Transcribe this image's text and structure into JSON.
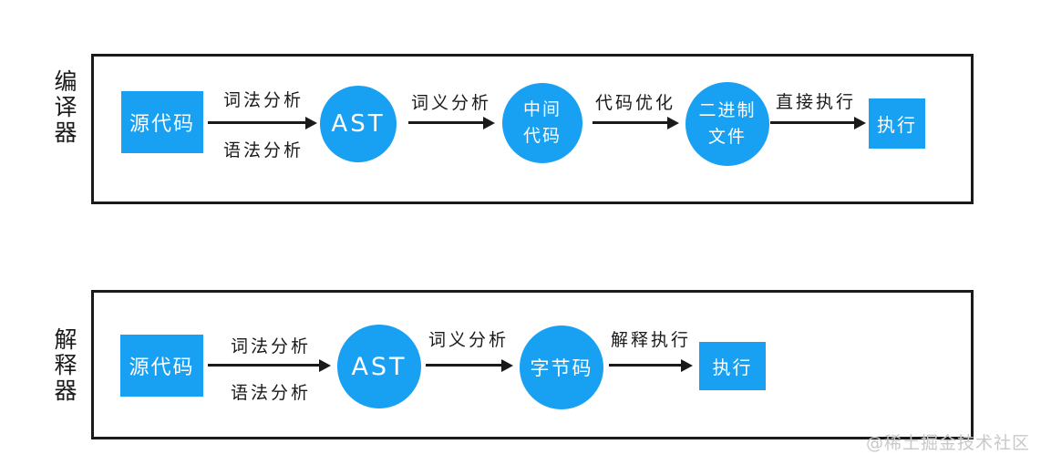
{
  "colors": {
    "node_fill": "#18a0f2",
    "node_text": "#ffffff",
    "line": "#1a1a1a",
    "watermark_text": "#c8c8c8"
  },
  "watermark": "@稀土掘金技术社区",
  "compiler": {
    "panel_label": "编译器",
    "nodes": {
      "source": "源代码",
      "ast": "AST",
      "intermediate": [
        "中间",
        "代码"
      ],
      "binary": [
        "二进制",
        "文件"
      ],
      "execute": "执行"
    },
    "edges": {
      "lexical": "词法分析",
      "syntax": "语法分析",
      "semantic": "词义分析",
      "optimize": "代码优化",
      "direct_exec": "直接执行"
    }
  },
  "interpreter": {
    "panel_label": "解释器",
    "nodes": {
      "source": "源代码",
      "ast": "AST",
      "bytecode": "字节码",
      "execute": "执行"
    },
    "edges": {
      "lexical": "词法分析",
      "syntax": "语法分析",
      "semantic": "词义分析",
      "interpret_exec": "解释执行"
    }
  }
}
